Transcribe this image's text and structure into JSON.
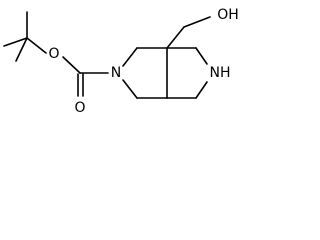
{
  "diagram": {
    "type": "skeletal-structure",
    "atom_labels": {
      "ester_oxygen": "O",
      "carbonyl_oxygen": "O",
      "ring_nitrogen_carbamate": "N",
      "ring_nitrogen_amine": "NH",
      "hydroxymethyl": "OH"
    },
    "colors": {
      "background": "#ffffff",
      "bond": "#000000",
      "label": "#000000"
    }
  }
}
